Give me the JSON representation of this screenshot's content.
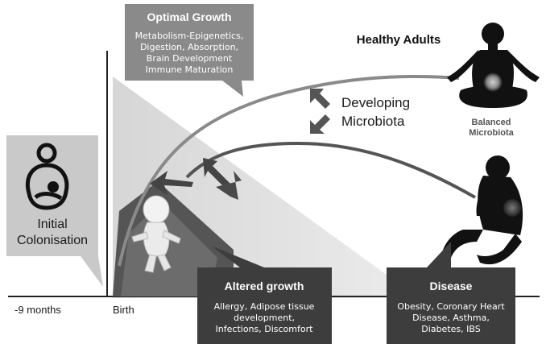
{
  "initial": {
    "line1": "Initial",
    "line2": "Colonisation"
  },
  "optimal": {
    "title": "Optimal Growth",
    "lines": [
      "Metabolism-Epigenetics,",
      "Digestion, Absorption,",
      "Brain Development",
      "Immune Maturation"
    ]
  },
  "healthy_adults": "Healthy Adults",
  "developing": {
    "line1": "Developing",
    "line2": "Microbiota"
  },
  "balanced": {
    "line1": "Balanced",
    "line2": "Microbiota"
  },
  "altered": {
    "title": "Altered growth",
    "lines": [
      "Allergy, Adipose tissue",
      "development,",
      "Infections, Discomfort"
    ]
  },
  "disease": {
    "title": "Disease",
    "lines": [
      "Obesity, Coronary Heart",
      "Disease, Asthma,",
      "Diabetes, IBS"
    ]
  },
  "axis": {
    "minus9": "-9 months",
    "birth": "Birth"
  },
  "icons": [
    "mother-baby-icon",
    "meditating-person-icon",
    "sitting-sad-person-icon",
    "figure-3d-icon"
  ],
  "colors": {
    "light_gray": "#c9c9c9",
    "mid_gray": "#8a8a8a",
    "dark_gray": "#3d3d3d",
    "silhouette": "#111111"
  }
}
